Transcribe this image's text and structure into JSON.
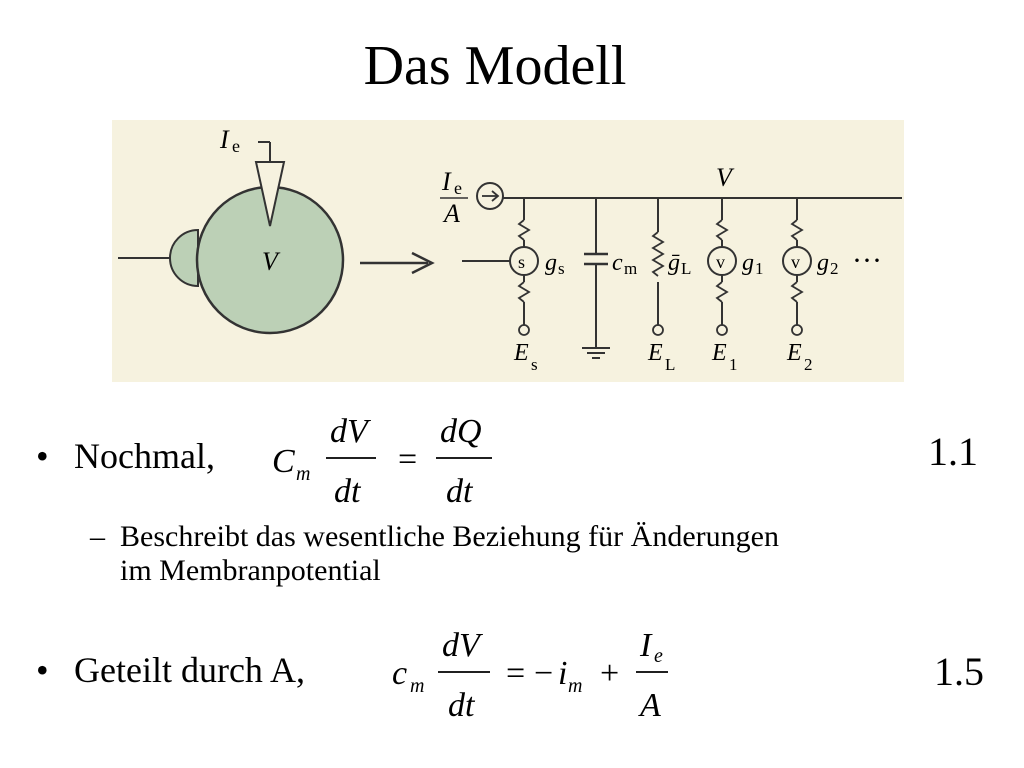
{
  "slide": {
    "title": "Das Modell"
  },
  "figure": {
    "current_label": "I",
    "current_sub": "e",
    "voltage_label": "V",
    "ratio_num": "I",
    "ratio_num_sub": "e",
    "ratio_den": "A",
    "branches": [
      {
        "kind": "source",
        "letter": "s",
        "g": "g",
        "g_sub": "s",
        "E": "E",
        "E_sub": "s"
      },
      {
        "kind": "capacitor",
        "label": "c",
        "label_sub": "m"
      },
      {
        "kind": "resistor",
        "g": "ḡ",
        "g_sub": "L",
        "E": "E",
        "E_sub": "L"
      },
      {
        "kind": "source",
        "letter": "v",
        "g": "g",
        "g_sub": "1",
        "E": "E",
        "E_sub": "1"
      },
      {
        "kind": "source",
        "letter": "v",
        "g": "g",
        "g_sub": "2",
        "E": "E",
        "E_sub": "2"
      }
    ],
    "ellipsis": "···"
  },
  "bullets": [
    {
      "text": "Nochmal,",
      "eq_number": "1.1"
    },
    {
      "text": "Geteilt durch A,",
      "eq_number": "1.5"
    }
  ],
  "sub_bullet": {
    "dash": "–",
    "text_line1": "Beschreibt das wesentliche Beziehung für Änderungen",
    "text_line2": "im Membranpotential"
  },
  "equations": {
    "eq1": {
      "C": "C",
      "m": "m",
      "dV": "dV",
      "dt": "dt",
      "eq": "=",
      "dQ": "dQ",
      "dt2": "dt"
    },
    "eq2": {
      "c": "c",
      "m": "m",
      "dV": "dV",
      "dt": "dt",
      "eq": "=",
      "minus": "−",
      "i": "i",
      "m2": "m",
      "plus": "+",
      "I": "I",
      "e": "e",
      "A": "A"
    }
  },
  "colors": {
    "figure_bg": "#f6f2df",
    "cell_fill": "#bcd0b6",
    "line": "#333333"
  }
}
